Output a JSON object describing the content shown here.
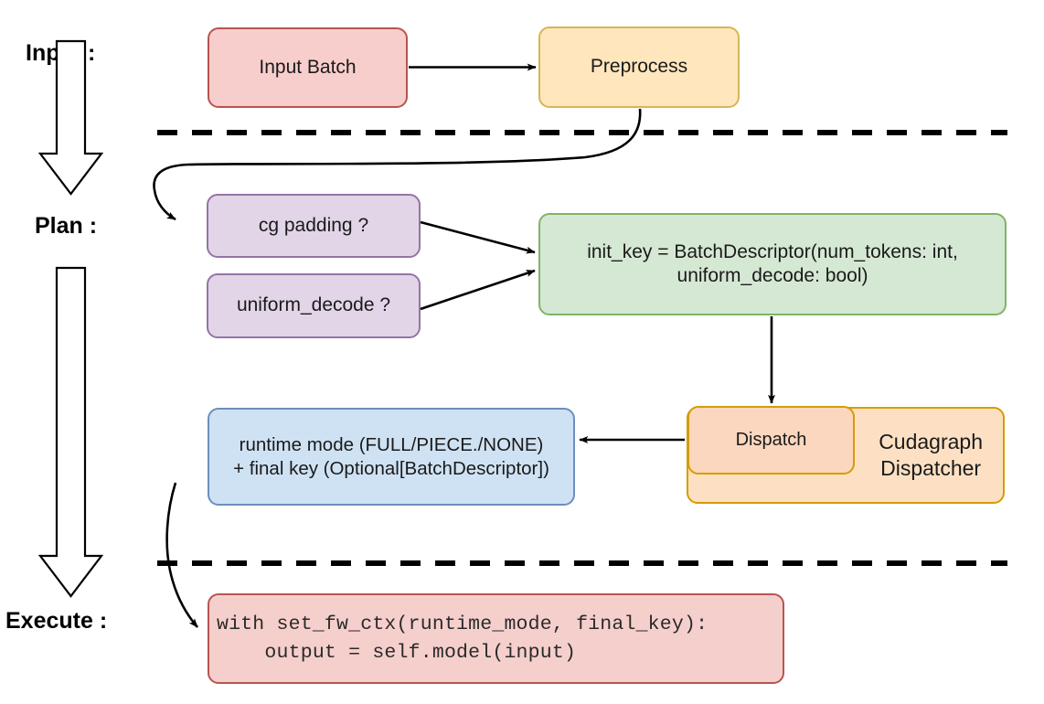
{
  "diagram": {
    "title_stages": [
      {
        "id": "input",
        "label": "Input :"
      },
      {
        "id": "plan",
        "label": "Plan :"
      },
      {
        "id": "execute",
        "label": "Execute :"
      }
    ],
    "nodes": [
      {
        "id": "input-batch",
        "label": "Input Batch",
        "fill": "#f8cecc",
        "stroke": "#b85450"
      },
      {
        "id": "preprocess",
        "label": "Preprocess",
        "fill": "#ffe6bd",
        "stroke": "#d6b656"
      },
      {
        "id": "cg-padding",
        "label": "cg padding ?",
        "fill": "#e1d5e7",
        "stroke": "#9673a6"
      },
      {
        "id": "uniform-decode",
        "label": "uniform_decode ?",
        "fill": "#e1d5e7",
        "stroke": "#9673a6"
      },
      {
        "id": "init-key",
        "label": "init_key = BatchDescriptor(num_tokens: int,\nuniform_decode: bool)",
        "fill": "#d5e8d4",
        "stroke": "#82b366"
      },
      {
        "id": "runtime-mode",
        "label": "runtime mode (FULL/PIECE./NONE)\n+ final key (Optional[BatchDescriptor])",
        "fill": "#cfe2f3",
        "stroke": "#6c8ebf"
      },
      {
        "id": "cudagraph-dispatcher",
        "label": "Cudagraph\nDispatcher",
        "fill": "#fde0c3",
        "stroke": "#d79b00"
      },
      {
        "id": "dispatch",
        "label": "Dispatch",
        "fill": "#fad7be",
        "stroke": "#d79b00"
      }
    ],
    "code_block": {
      "id": "execute-code",
      "lines": [
        "with set_fw_ctx(runtime_mode, final_key):",
        "    output = self.model(input)"
      ],
      "fill": "#f5cfcc",
      "stroke": "#b85450"
    },
    "separators": [
      {
        "id": "separator-input-plan",
        "style": "dashed"
      },
      {
        "id": "separator-plan-execute",
        "style": "dashed"
      }
    ],
    "flow_arrows": [
      {
        "id": "input-batch-to-preprocess",
        "from": "input-batch",
        "to": "preprocess"
      },
      {
        "id": "preprocess-to-cg-padding",
        "from": "preprocess",
        "to": "cg-padding"
      },
      {
        "id": "cg-padding-to-init-key",
        "from": "cg-padding",
        "to": "init-key"
      },
      {
        "id": "uniform-decode-to-init-key",
        "from": "uniform-decode",
        "to": "init-key"
      },
      {
        "id": "init-key-to-dispatch",
        "from": "init-key",
        "to": "dispatch"
      },
      {
        "id": "dispatch-to-runtime-mode",
        "from": "dispatch",
        "to": "runtime-mode"
      },
      {
        "id": "runtime-mode-to-execute-code",
        "from": "runtime-mode",
        "to": "execute-code"
      }
    ],
    "stage_arrows": [
      {
        "id": "stage-arrow-input-to-plan"
      },
      {
        "id": "stage-arrow-plan-to-execute"
      }
    ],
    "colors": {
      "line": "#000000",
      "text": "#1a1a1a",
      "background": "#ffffff"
    }
  }
}
